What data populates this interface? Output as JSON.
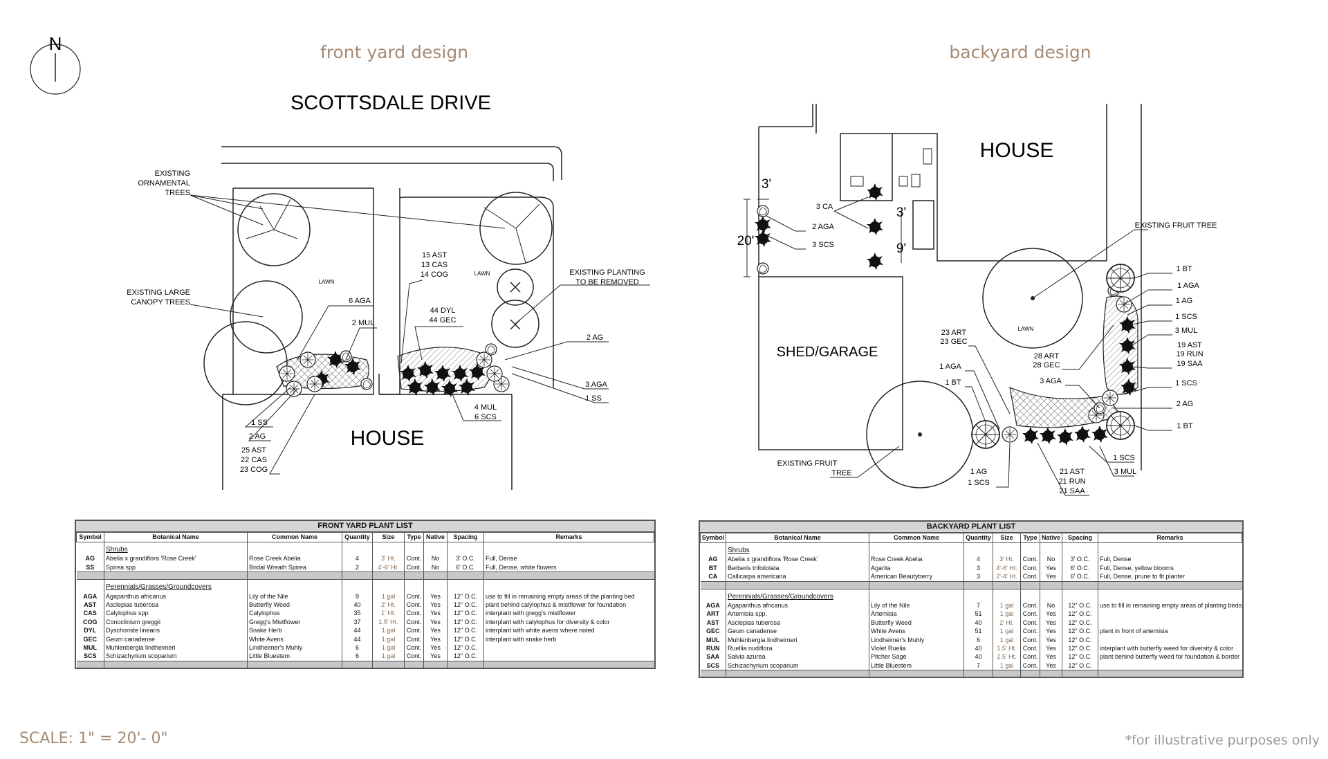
{
  "north": "N",
  "front": {
    "title": "front yard design",
    "street": "SCOTTSDALE DRIVE",
    "house": "HOUSE",
    "lawn": "LAWN",
    "callouts": {
      "orn1": "EXISTING",
      "orn2": "ORNAMENTAL",
      "orn3": "TREES",
      "can1": "EXISTING LARGE",
      "can2": "CANOPY TREES",
      "aga6": "6 AGA",
      "mul2": "2 MUL",
      "grp1a": "15 AST",
      "grp1b": "13 CAS",
      "grp1c": "14 COG",
      "dyl": "44 DYL",
      "gec": "44 GEC",
      "rem1": "EXISTING PLANTING",
      "rem2": "TO BE REMOVED",
      "ag2r": "2 AG",
      "aga3": "3 AGA",
      "ss1r": "1 SS",
      "mul4": "4 MUL",
      "scs6": "6 SCS",
      "ss1l": "1 SS",
      "ag2l": "2 AG",
      "grp2a": "25 AST",
      "grp2b": "22 CAS",
      "grp2c": "23 COG"
    }
  },
  "back": {
    "title": "backyard design",
    "house": "HOUSE",
    "shed": "SHED/GARAGE",
    "lawn": "LAWN",
    "callouts": {
      "d3a": "3'",
      "d20": "20'",
      "d3b": "3'",
      "d9": "9'",
      "ca3": "3 CA",
      "aga2": "2 AGA",
      "scs3": "3 SCS",
      "fruit1": "EXISTING  FRUIT TREE",
      "bt1a": "1 BT",
      "aga1a": "1 AGA",
      "ag1a": "1 AG",
      "scs1a": "1 SCS",
      "mul3a": "3 MUL",
      "ast19": "19 AST",
      "run19": "19 RUN",
      "saa19": "19 SAA",
      "scs1b": "1 SCS",
      "ag2": "2 AG",
      "bt1b": "1 BT",
      "art28": "28 ART",
      "gec28": "28 GEC",
      "art23": "23 ART",
      "gec23": "23 GEC",
      "aga1b": "1 AGA",
      "bt1c": "1 BT",
      "aga3": "3 AGA",
      "fruit2a": "EXISTING  FRUIT",
      "fruit2b": "TREE",
      "ag1b": "1 AG",
      "scs1c": "1 SCS",
      "ast21": "21 AST",
      "run21": "21 RUN",
      "saa21": "21 SAA",
      "scs1d": "1 SCS",
      "mul3b": "3 MUL"
    }
  },
  "scale": "SCALE:  1\" = 20'- 0\"",
  "disclaimer": "*for illustrative purposes only",
  "headers": [
    "Symbol",
    "Botanical Name",
    "Common Name",
    "Quantity",
    "Size",
    "Type",
    "Native",
    "Spacing",
    "Remarks"
  ],
  "front_list": {
    "title": "FRONT YARD PLANT LIST",
    "shrubs_label": "Shrubs",
    "shrubs": [
      [
        "AG",
        "Abelia x grandiflora 'Rose Creek'",
        "Rose Creek Abelia",
        "4",
        "3' Ht.",
        "Cont.",
        "No",
        "3' O.C.",
        "Full, Dense"
      ],
      [
        "SS",
        "Spirea spp",
        "Bridal Wreath Spirea",
        "2",
        "4'-6' Ht.",
        "Cont.",
        "No",
        "6' O.C.",
        "Full, Dense, white flowers"
      ]
    ],
    "perennials_label": "Perennials/Grasses/Groundcovers",
    "perennials": [
      [
        "AGA",
        "Agapanthus africanus",
        "Lily of the Nile",
        "9",
        "1 gal",
        "Cont.",
        "Yes",
        "12\" O.C.",
        "use to fill in remaining empty areas of the planting bed"
      ],
      [
        "AST",
        "Asclepias tuberosa",
        "Butterfly Weed",
        "40",
        "2' Ht.",
        "Cont.",
        "Yes",
        "12\" O.C.",
        "plant behind calylophus & mistflower for foundation"
      ],
      [
        "CAS",
        "Calylophus spp",
        "Calylophus",
        "35",
        "1' Ht.",
        "Cont.",
        "Yes",
        "12\" O.C.",
        "interplant with gregg's mistflower"
      ],
      [
        "COG",
        "Conoclinium greggii",
        "Gregg's Mistflower",
        "37",
        "1.5' Ht.",
        "Cont.",
        "Yes",
        "12\" O.C.",
        "interplant with calylophus for diversity & color"
      ],
      [
        "DYL",
        "Dyschoriste linearis",
        "Snake Herb",
        "44",
        "1 gal",
        "Cont.",
        "Yes",
        "12\" O.C.",
        "interplant with white avens where noted"
      ],
      [
        "GEC",
        "Geum canadense",
        "White Avens",
        "44",
        "1 gal",
        "Cont.",
        "Yes",
        "12\" O.C.",
        "interplant with snake herb"
      ],
      [
        "MUL",
        "Muhlenbergia lindheimeri",
        "Lindheimer's Muhly",
        "6",
        "1 gal",
        "Cont.",
        "Yes",
        "12\" O.C.",
        ""
      ],
      [
        "SCS",
        "Schizachyrium scoparium",
        "Little Bluestem",
        "6",
        "1 gal",
        "Cont.",
        "Yes",
        "12\" O.C.",
        ""
      ]
    ]
  },
  "back_list": {
    "title": "BACKYARD PLANT LIST",
    "shrubs_label": "Shrubs",
    "shrubs": [
      [
        "AG",
        "Abelia x grandiflora 'Rose Creek'",
        "Rose Creek Abelia",
        "4",
        "3' Ht.",
        "Cont.",
        "No",
        "3' O.C.",
        "Full, Dense"
      ],
      [
        "BT",
        "Berberis trifoliolata",
        "Agarita",
        "3",
        "4'-6' Ht.",
        "Cont.",
        "Yes",
        "6' O.C.",
        "Full, Dense, yellow blooms"
      ],
      [
        "CA",
        "Callicarpa americana",
        "American Beautyberry",
        "3",
        "2'-4' Ht.",
        "Cont.",
        "Yes",
        "6' O.C.",
        "Full, Dense, prune to fit planter"
      ]
    ],
    "perennials_label": "Perennials/Grasses/Groundcovers",
    "perennials": [
      [
        "AGA",
        "Agapanthus africanus",
        "Lily of the Nile",
        "7",
        "1 gal",
        "Cont.",
        "No",
        "12\" O.C.",
        "use to fill in remaining empty areas of planting beds"
      ],
      [
        "ART",
        "Artemisia spp.",
        "Artemisia",
        "51",
        "1 gal",
        "Cont.",
        "Yes",
        "12\" O.C.",
        ""
      ],
      [
        "AST",
        "Asclepias tuberosa",
        "Butterfly Weed",
        "40",
        "2' Ht.",
        "Cont.",
        "Yes",
        "12\" O.C.",
        ""
      ],
      [
        "GEC",
        "Geum canadense",
        "White Avens",
        "51",
        "1 gal",
        "Cont.",
        "Yes",
        "12\" O.C.",
        "plant in front of artemisia"
      ],
      [
        "MUL",
        "Muhlenbergia lindheimeri",
        "Lindheimer's Muhly",
        "6",
        "1 gal",
        "Cont.",
        "Yes",
        "12\" O.C.",
        ""
      ],
      [
        "RUN",
        "Ruellia nudiflora",
        "Violet Ruelia",
        "40",
        "1.5' Ht.",
        "Cont.",
        "Yes",
        "12\" O.C.",
        "interplant with butterfly weed for diversity & color"
      ],
      [
        "SAA",
        "Salvia azurea",
        "Pitcher Sage",
        "40",
        "2.5' Ht.",
        "Cont.",
        "Yes",
        "12\" O.C.",
        "plant behind butterfly weed for foundation & border"
      ],
      [
        "SCS",
        "Schizachyrium scoparium",
        "Little Bluestem",
        "7",
        "1 gal",
        "Cont.",
        "Yes",
        "12\" O.C.",
        ""
      ]
    ]
  }
}
